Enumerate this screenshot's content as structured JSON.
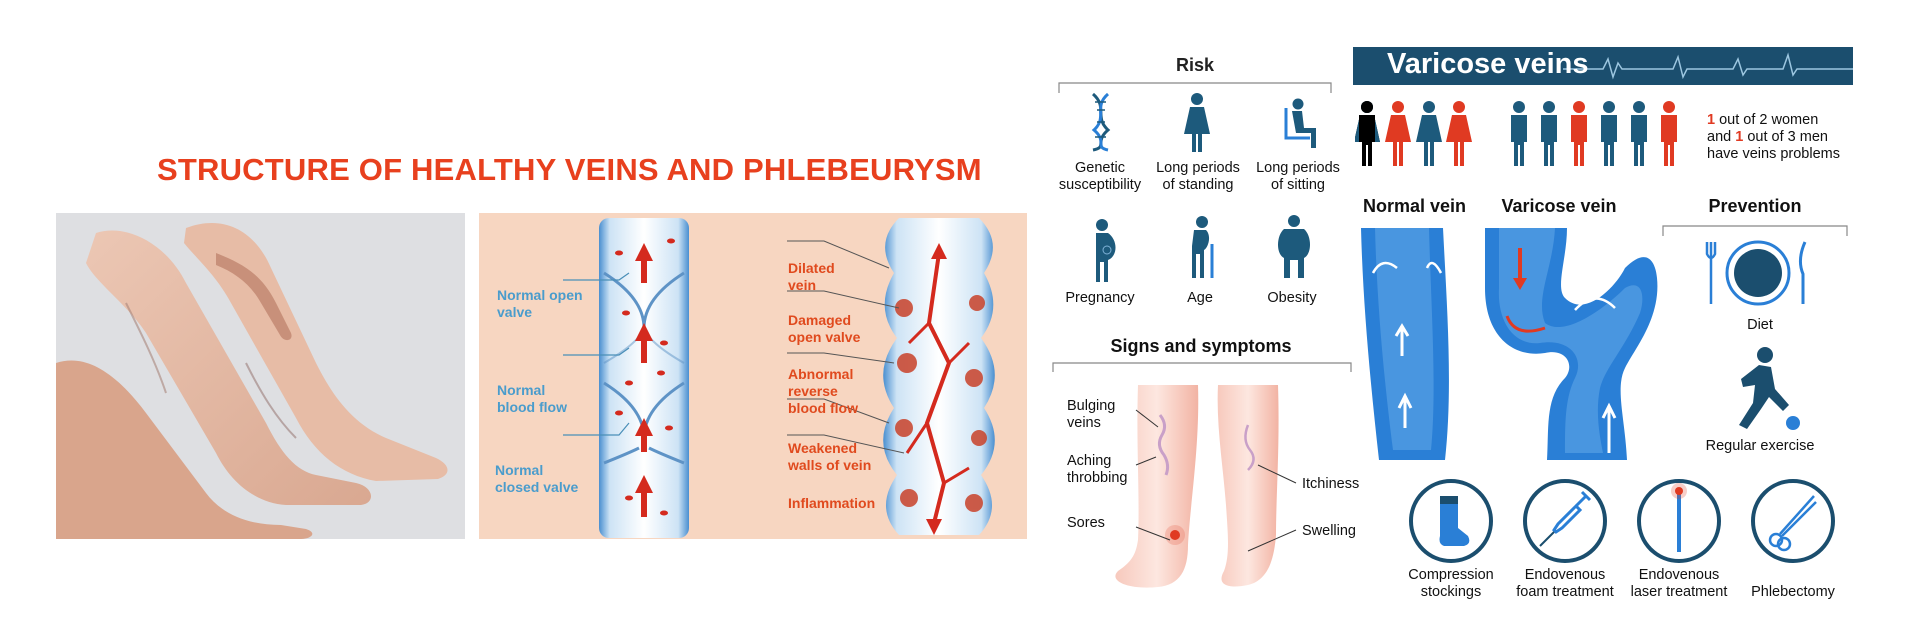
{
  "left": {
    "title": "STRUCTURE OF HEALTHY VEINS AND PHLEBEURYSM",
    "healthy_labels": [
      "Normal open valve",
      "Normal blood flow",
      "Normal closed valve"
    ],
    "varicose_labels": [
      "Dilated vein",
      "Damaged open valve",
      "Abnormal reverse blood flow",
      "Weakened walls of vein",
      "Inflammation"
    ]
  },
  "right": {
    "header_title": "Varicose veins",
    "risk": {
      "heading": "Risk",
      "items": [
        {
          "icon": "dna-icon",
          "lines": [
            "Genetic",
            "susceptibility"
          ]
        },
        {
          "icon": "standing-woman-icon",
          "lines": [
            "Long periods",
            "of standing"
          ]
        },
        {
          "icon": "sitting-person-icon",
          "lines": [
            "Long periods",
            "of sitting"
          ]
        },
        {
          "icon": "pregnant-woman-icon",
          "lines": [
            "Pregnancy"
          ]
        },
        {
          "icon": "elderly-person-icon",
          "lines": [
            "Age"
          ]
        },
        {
          "icon": "obese-person-icon",
          "lines": [
            "Obesity"
          ]
        }
      ]
    },
    "stats": {
      "women_affected": "1",
      "men_affected": "1",
      "lines": [
        "out of 2 women",
        "and",
        "out of 3 men",
        "have veins problems"
      ]
    },
    "vein_titles": [
      "Normal vein",
      "Varicose vein"
    ],
    "prevention": {
      "heading": "Prevention",
      "items": [
        {
          "icon": "plate-cutlery-icon",
          "label": "Diet"
        },
        {
          "icon": "running-person-icon",
          "label": "Regular exercise"
        }
      ]
    },
    "signs": {
      "heading": "Signs and symptoms",
      "left_labels": [
        [
          "Bulging",
          "veins"
        ],
        [
          "Aching",
          "throbbing"
        ],
        [
          "Sores"
        ]
      ],
      "right_labels": [
        "Itchiness",
        "Swelling"
      ]
    },
    "treatments": [
      {
        "icon": "compression-stocking-icon",
        "lines": [
          "Compression",
          "stockings"
        ]
      },
      {
        "icon": "syringe-icon",
        "lines": [
          "Endovenous",
          "foam treatment"
        ]
      },
      {
        "icon": "laser-fiber-icon",
        "lines": [
          "Endovenous",
          "laser treatment"
        ]
      },
      {
        "icon": "scissors-icon",
        "lines": [
          "Phlebectomy"
        ]
      }
    ],
    "colors": {
      "navy": "#1b4e6e",
      "blue": "#2a7fd6",
      "red": "#e03a22",
      "icon": "#1d5a7c"
    }
  }
}
